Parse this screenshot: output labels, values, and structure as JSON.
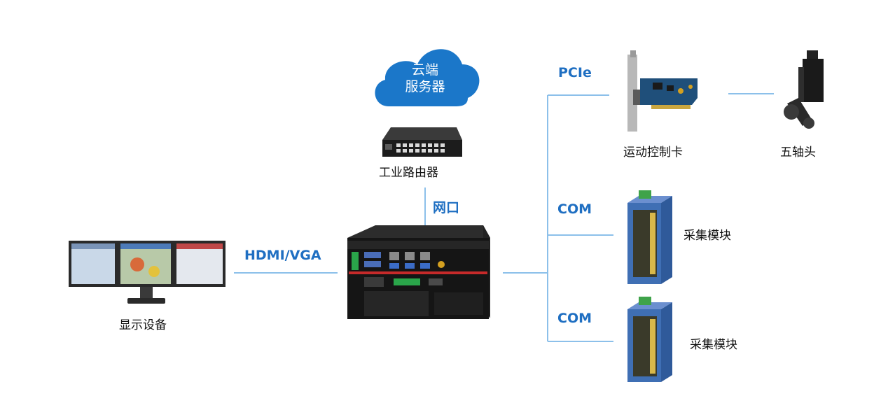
{
  "cloud": {
    "line1": "云端",
    "line2": "服务器"
  },
  "devices": {
    "router": "工业路由器",
    "display": "显示设备",
    "motion_card": "运动控制卡",
    "five_axis": "五轴头",
    "acq_module_1": "采集模块",
    "acq_module_2": "采集模块"
  },
  "connections": {
    "network": "网口",
    "display": "HDMI/VGA",
    "pcie": "PCIe",
    "com1": "COM",
    "com2": "COM"
  },
  "colors": {
    "line": "#8cc0ea",
    "accent": "#1f6fc2",
    "cloud": "#1b77c9",
    "module": "#3f6fb4"
  }
}
